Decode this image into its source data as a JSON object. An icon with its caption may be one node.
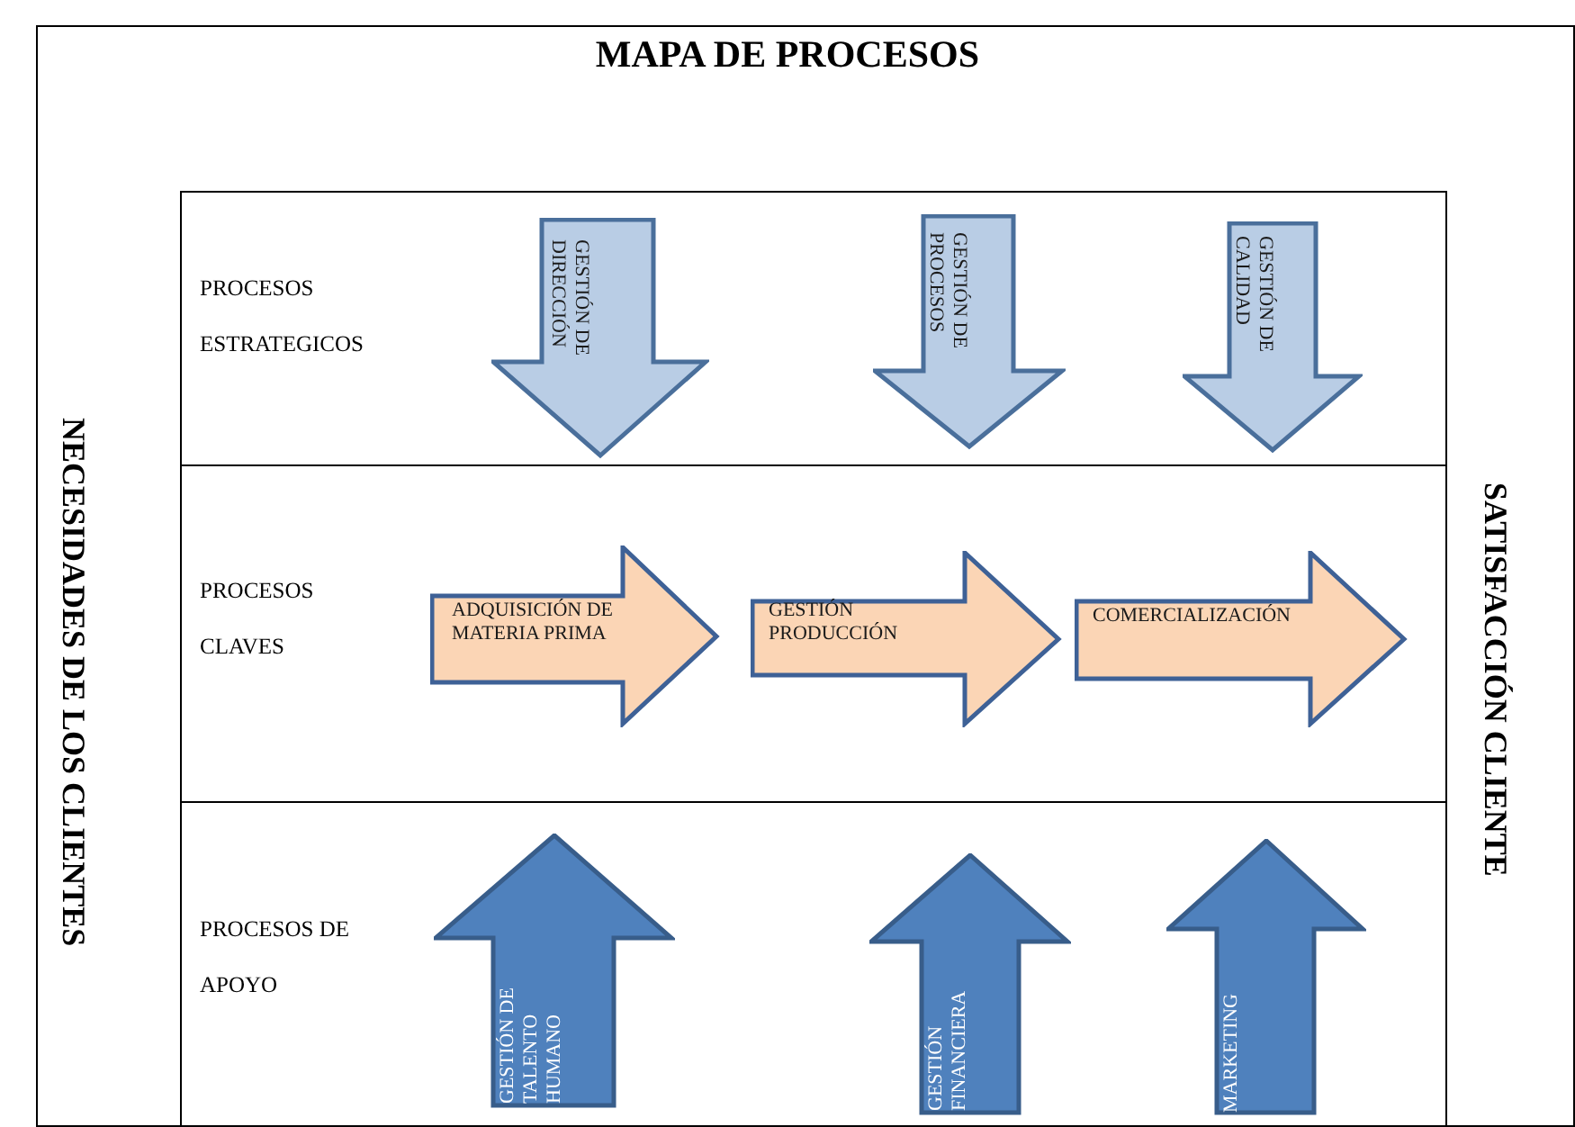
{
  "diagram": {
    "title": "MAPA DE PROCESOS",
    "nodes": [
      {
        "text": [
          "PROCESOS ESTRATEGICOS"
        ]
      },
      {
        "text": [
          "GESTIÓN DE DIRECCIÓN"
        ],
        "in": 0
      },
      {
        "text": [
          "GESTIÓN DE PROCESOS"
        ],
        "in": 0
      },
      {
        "text": [
          "GESTIÓN DE CALIDAD"
        ],
        "in": 0
      },
      {
        "text": [
          "PROCESOS CLAVES"
        ]
      },
      {
        "text": [
          "ADQUISICIÓN DE MATERIA PRIMA"
        ],
        "in": 4
      },
      {
        "text": [
          "GESTIÓN PRODUCCIÓN"
        ],
        "in": 4
      },
      {
        "text": [
          "COMERCIALIZACIÓN"
        ],
        "in": 4
      },
      {
        "text": [
          "PROCESOS DE APOYO"
        ]
      },
      {
        "text": [
          "GESTIÓN DE TALENTO HUMANO"
        ],
        "in": 8
      },
      {
        "text": [
          "GESTIÓN FINANCIERA"
        ],
        "in": 8
      },
      {
        "text": [
          "MARKETING"
        ],
        "in": 8
      }
    ],
    "labels": [
      "NECESIDADES DE LOS CLIENTES",
      "SATISFACCIÓN CLIENTE"
    ]
  }
}
